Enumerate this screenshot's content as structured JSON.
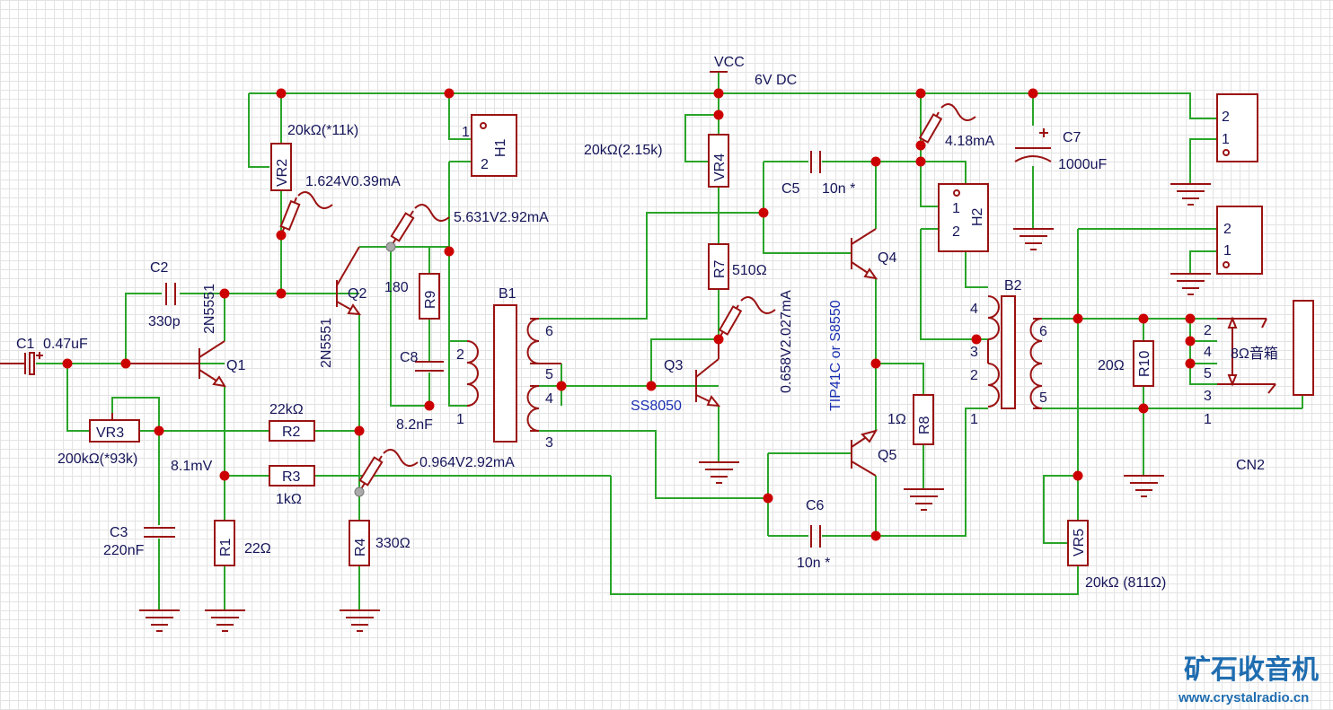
{
  "diagram": {
    "supply": {
      "vcc": "VCC",
      "dc": "6V DC"
    },
    "components": {
      "C1": {
        "ref": "C1",
        "value": "0.47uF"
      },
      "C2": {
        "ref": "C2",
        "value": "330p"
      },
      "C3": {
        "ref": "C3",
        "value": "220nF"
      },
      "C5": {
        "ref": "C5",
        "value": "10n *"
      },
      "C6": {
        "ref": "C6",
        "value": "10n *"
      },
      "C7": {
        "ref": "C7",
        "value": "1000uF"
      },
      "C8": {
        "ref": "C8",
        "value": "8.2nF"
      },
      "VR2": {
        "ref": "VR2",
        "value": "20kΩ(*11k)"
      },
      "VR3": {
        "ref": "VR3",
        "value": "200kΩ(*93k)"
      },
      "VR4": {
        "ref": "VR4",
        "value": "20kΩ(2.15k)"
      },
      "VR5": {
        "ref": "VR5",
        "value": "20kΩ  (811Ω)"
      },
      "R1": {
        "ref": "R1",
        "value": "22Ω"
      },
      "R2": {
        "ref": "R2",
        "value": "22kΩ"
      },
      "R3": {
        "ref": "R3",
        "value": "1kΩ"
      },
      "R4": {
        "ref": "R4",
        "value": "330Ω"
      },
      "R7": {
        "ref": "R7",
        "value": "510Ω"
      },
      "R8": {
        "ref": "R8",
        "value": "1Ω"
      },
      "R9": {
        "ref": "R9",
        "value": "180"
      },
      "R10": {
        "ref": "R10",
        "value": "20Ω"
      },
      "Q1": {
        "ref": "Q1",
        "part": "2N5551"
      },
      "Q2": {
        "ref": "Q2",
        "part": "2N5551"
      },
      "Q3": {
        "ref": "Q3",
        "part": "SS8050"
      },
      "Q4": {
        "ref": "Q4"
      },
      "Q5": {
        "ref": "Q5"
      },
      "Q45_part": "TIP41C or S8550",
      "B1": {
        "ref": "B1"
      },
      "B2": {
        "ref": "B2"
      },
      "H1": {
        "ref": "H1"
      },
      "H2": {
        "ref": "H2"
      },
      "CN2": {
        "ref": "CN2"
      },
      "speaker": "8Ω音箱"
    },
    "measurements": {
      "m_vr2": "1.624V0.39mA",
      "m_q2c": "5.631V2.92mA",
      "m_q2e": "0.964V2.92mA",
      "m_q1e": "8.1mV",
      "m_q3": "0.658V2.027mA",
      "m_vcc": "4.18mA"
    },
    "pins": {
      "one": "1",
      "two": "2",
      "three": "3",
      "four": "4",
      "five": "5",
      "six": "6"
    }
  },
  "watermark": {
    "title": "矿石收音机",
    "url": "www.crystalradio.cn"
  },
  "colors": {
    "wire": "#2aa52a",
    "component": "#9b1212",
    "junction": "#cc0000",
    "label": "#15155a",
    "part_blue": "#1a2fb0",
    "watermark": "#1f6db0"
  }
}
